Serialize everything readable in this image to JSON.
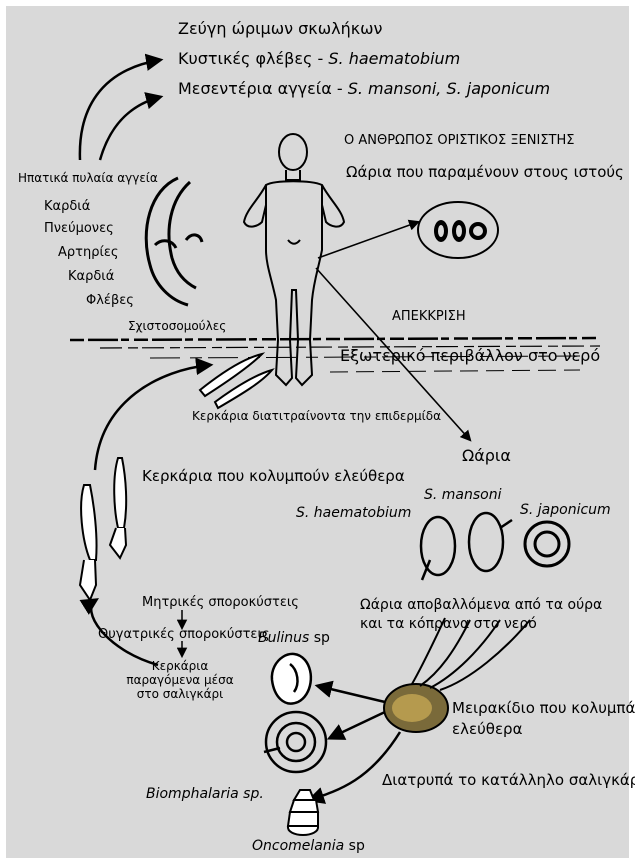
{
  "top": {
    "mating": "Ζεύγη ώριμων σκωλήκων",
    "vesical_prefix": "Κυστικές φλέβες - ",
    "vesical_species": "S. haematobium",
    "mesenteric_prefix": "Μεσεντέρια αγγεία - ",
    "mesenteric_species": "S. mansoni, S. japonicum"
  },
  "host": {
    "title": "Ο ΑΝΘΡΩΠΟΣ ΟΡΙΣΤΙΚΟΣ ΞΕΝΙΣΤΗΣ",
    "tissue_eggs": "Ωάρια που παραμένουν στους ιστούς",
    "excretion": "ΑΠΕΚΚΡΙΣΗ"
  },
  "migration": {
    "portal": "Ηπατικά πυλαία αγγεία",
    "heart1": "Καρδιά",
    "lungs": "Πνεύμονες",
    "arteries": "Αρτηρίες",
    "heart2": "Καρδιά",
    "veins": "Φλέβες",
    "schistosomula": "Σχιστοσομούλες"
  },
  "water": {
    "environment": "Εξωτερικό περιβάλλον στο νερό",
    "penetrating": "Κερκάρια διατιτραίνοντα την επιδερμίδα",
    "eggs": "Ωάρια",
    "free_cercariae": "Κερκάρια που κολυμπούν ελεύθερα"
  },
  "egg_species": {
    "mansoni": "S. mansoni",
    "haematobium": "S. haematobium",
    "japonicum": "S. japonicum",
    "shed_line1": "Ωάρια αποβαλλόμενα από τα ούρα",
    "shed_line2": "και τα κόπρανα στο νερό"
  },
  "snail_stage": {
    "mother": "Μητρικές σποροκύστεις",
    "daughter": "Θυγατρικές σποροκύστεις",
    "produced_line1": "Κερκάρια",
    "produced_line2": "παραγόμενα μέσα",
    "produced_line3": "στο σαλιγκάρι",
    "miracidium_line1": "Μειρακίδιο που κολυμπά",
    "miracidium_line2": "ελεύθερα",
    "penetrates": "Διατρυπά το κατάλληλο σαλιγκάρι"
  },
  "snails": {
    "bulinus_genus": "Bulinus",
    "bulinus_sp": " sp",
    "biomphalaria": "Biomphalaria sp.",
    "oncomelania_genus": "Oncomelania",
    "oncomelania_sp": " sp"
  }
}
